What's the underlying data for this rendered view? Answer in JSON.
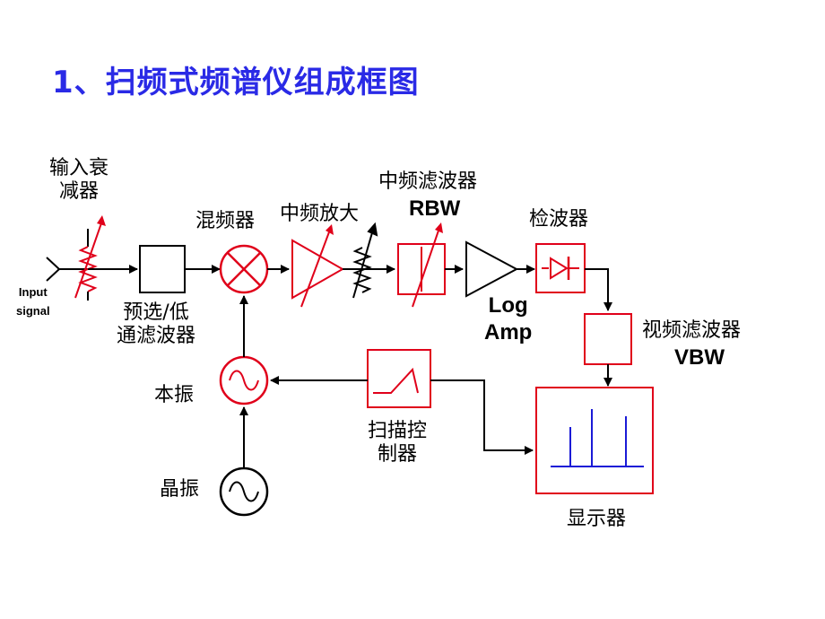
{
  "title": "1、扫频式频谱仪组成框图",
  "labels": {
    "input_attenuator_l1": "输入衰",
    "input_attenuator_l2": "减器",
    "input_signal_l1": "Input",
    "input_signal_l2": "signal",
    "mixer": "混频器",
    "if_amp": "中频放大",
    "if_filter": "中频滤波器",
    "rbw": "RBW",
    "detector": "检波器",
    "preselect_l1": "预选/低",
    "preselect_l2": "通滤波器",
    "log": "Log",
    "amp": "Amp",
    "video_filter": "视频滤波器",
    "vbw": "VBW",
    "local_osc": "本振",
    "sweep_l1": "扫描控",
    "sweep_l2": "制器",
    "crystal_osc": "晶振",
    "display": "显示器"
  },
  "colors": {
    "title": "#2a2ae6",
    "red": "#e0001a",
    "black": "#000000",
    "spectrum": "#1a1ad6"
  }
}
